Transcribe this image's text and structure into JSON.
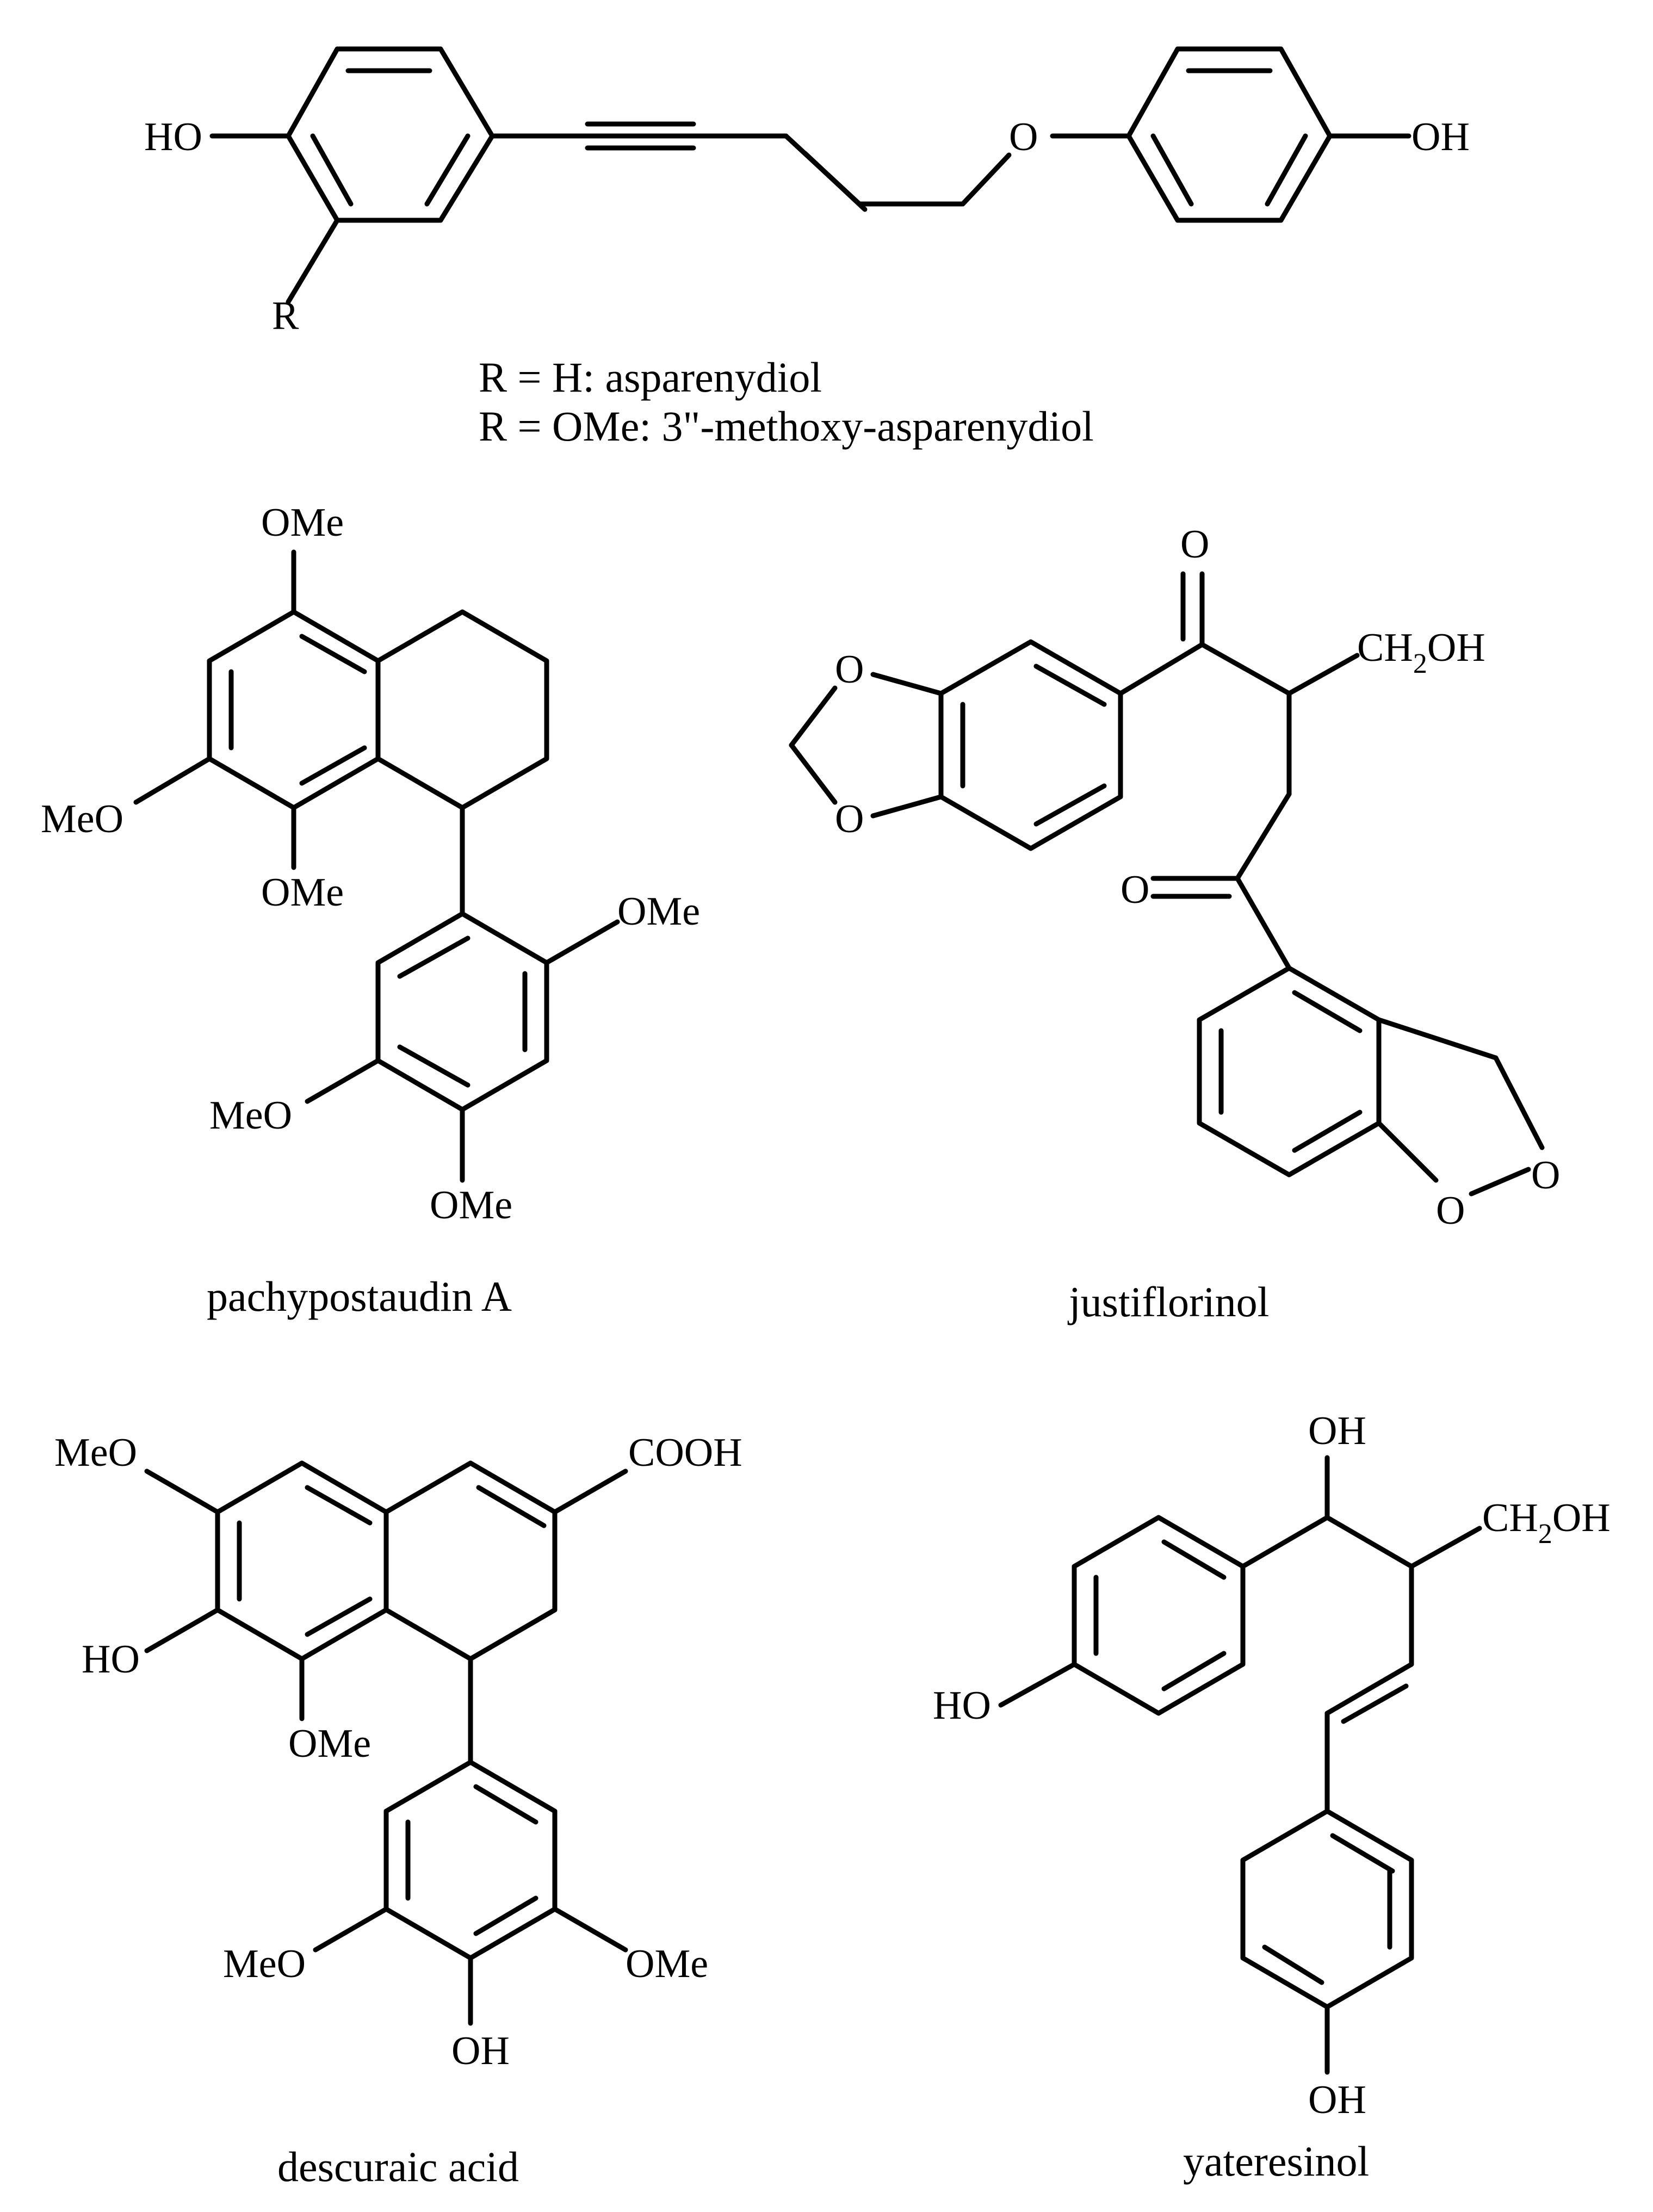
{
  "asparenydiol": {
    "ho": "HO",
    "oh": "OH",
    "o": "O",
    "r": "R",
    "caption_line1": "R = H: asparenydiol",
    "caption_line2": "R = OMe: 3\"-methoxy-asparenydiol"
  },
  "pachypostaudin": {
    "ome_top": "OMe",
    "meo_left": "MeO",
    "ome_mid": "OMe",
    "ome_right": "OMe",
    "meo_lower": "MeO",
    "ome_bottom": "OMe",
    "caption": "pachypostaudin A"
  },
  "justiflorinol": {
    "o_ketone_top": "O",
    "ch2oh_main": "CH",
    "ch2oh_sub": "2",
    "ch2oh_tail": "OH",
    "o_diox_top": "O",
    "o_diox_bottom": "O",
    "o_ketone_left": "O",
    "o_ring_right": "O",
    "o_ring_bottom": "O",
    "caption": "justiflorinol"
  },
  "descuraic": {
    "meo_top": "MeO",
    "cooh": "COOH",
    "ho": "HO",
    "ome_mid": "OMe",
    "meo_lower": "MeO",
    "ome_lower": "OMe",
    "oh_bottom": "OH",
    "caption": "descuraic acid"
  },
  "yateresinol": {
    "oh_top": "OH",
    "ch2oh_main": "CH",
    "ch2oh_sub": "2",
    "ch2oh_tail": "OH",
    "ho_left": "HO",
    "oh_bottom": "OH",
    "caption": "yateresinol"
  }
}
